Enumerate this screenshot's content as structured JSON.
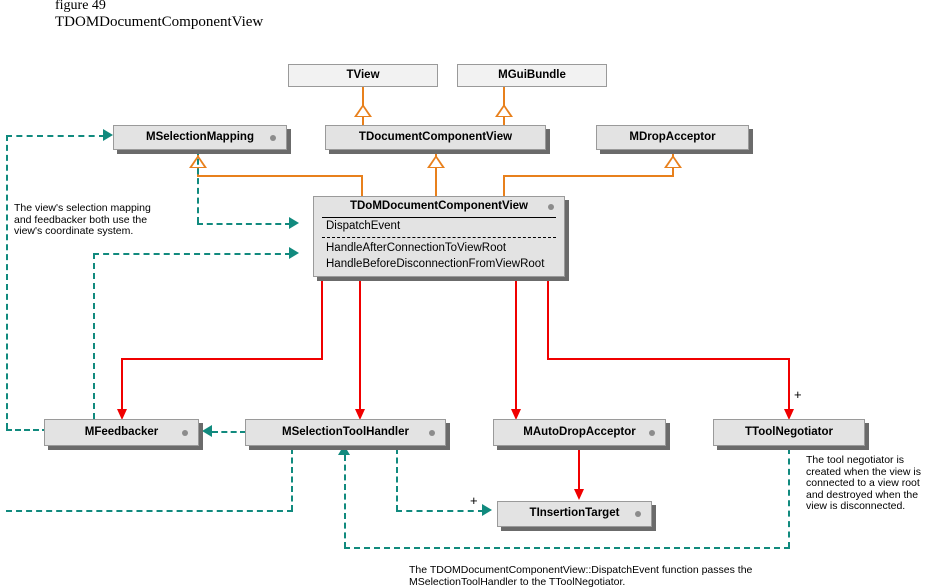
{
  "figure": {
    "label": "figure 49",
    "title": "TDOMDocumentComponentView"
  },
  "colors": {
    "inheritance": "#e8801c",
    "composition": "#f00000",
    "association": "#118a7e",
    "box_fill": "#e3e3e3",
    "box_shadow": "#6b6b6b"
  },
  "classes": {
    "tview": {
      "name": "TView"
    },
    "mguibundle": {
      "name": "MGuiBundle"
    },
    "mselectionmapping": {
      "name": "MSelectionMapping"
    },
    "tdocumentcomponentview": {
      "name": "TDocumentComponentView"
    },
    "mdropacceptor": {
      "name": "MDropAcceptor"
    },
    "main": {
      "name": "TDoMDocumentComponentView",
      "compartment1": [
        "DispatchEvent"
      ],
      "compartment2": [
        "HandleAfterConnectionToViewRoot",
        "HandleBeforeDisconnectionFromViewRoot"
      ]
    },
    "mfeedbacker": {
      "name": "MFeedbacker"
    },
    "mselectiontoolhandler": {
      "name": "MSelectionToolHandler"
    },
    "mautodropacceptor": {
      "name": "MAutoDropAcceptor"
    },
    "ttoolnegotiator": {
      "name": "TToolNegotiator"
    },
    "tinsertiontarget": {
      "name": "TInsertionTarget"
    }
  },
  "notes": {
    "left": "The view's selection mapping and feedbacker both use the view's coordinate system.",
    "right": "The tool negotiator is created when the view is connected to a view root and destroyed when the view is disconnected.",
    "bottom": "The TDOMDocumentComponentView::DispatchEvent function passes the MSelectionToolHandler to the TToolNegotiator."
  },
  "markers": {
    "plus_toolnegotiator": "+",
    "plus_insertiontarget": "+"
  }
}
